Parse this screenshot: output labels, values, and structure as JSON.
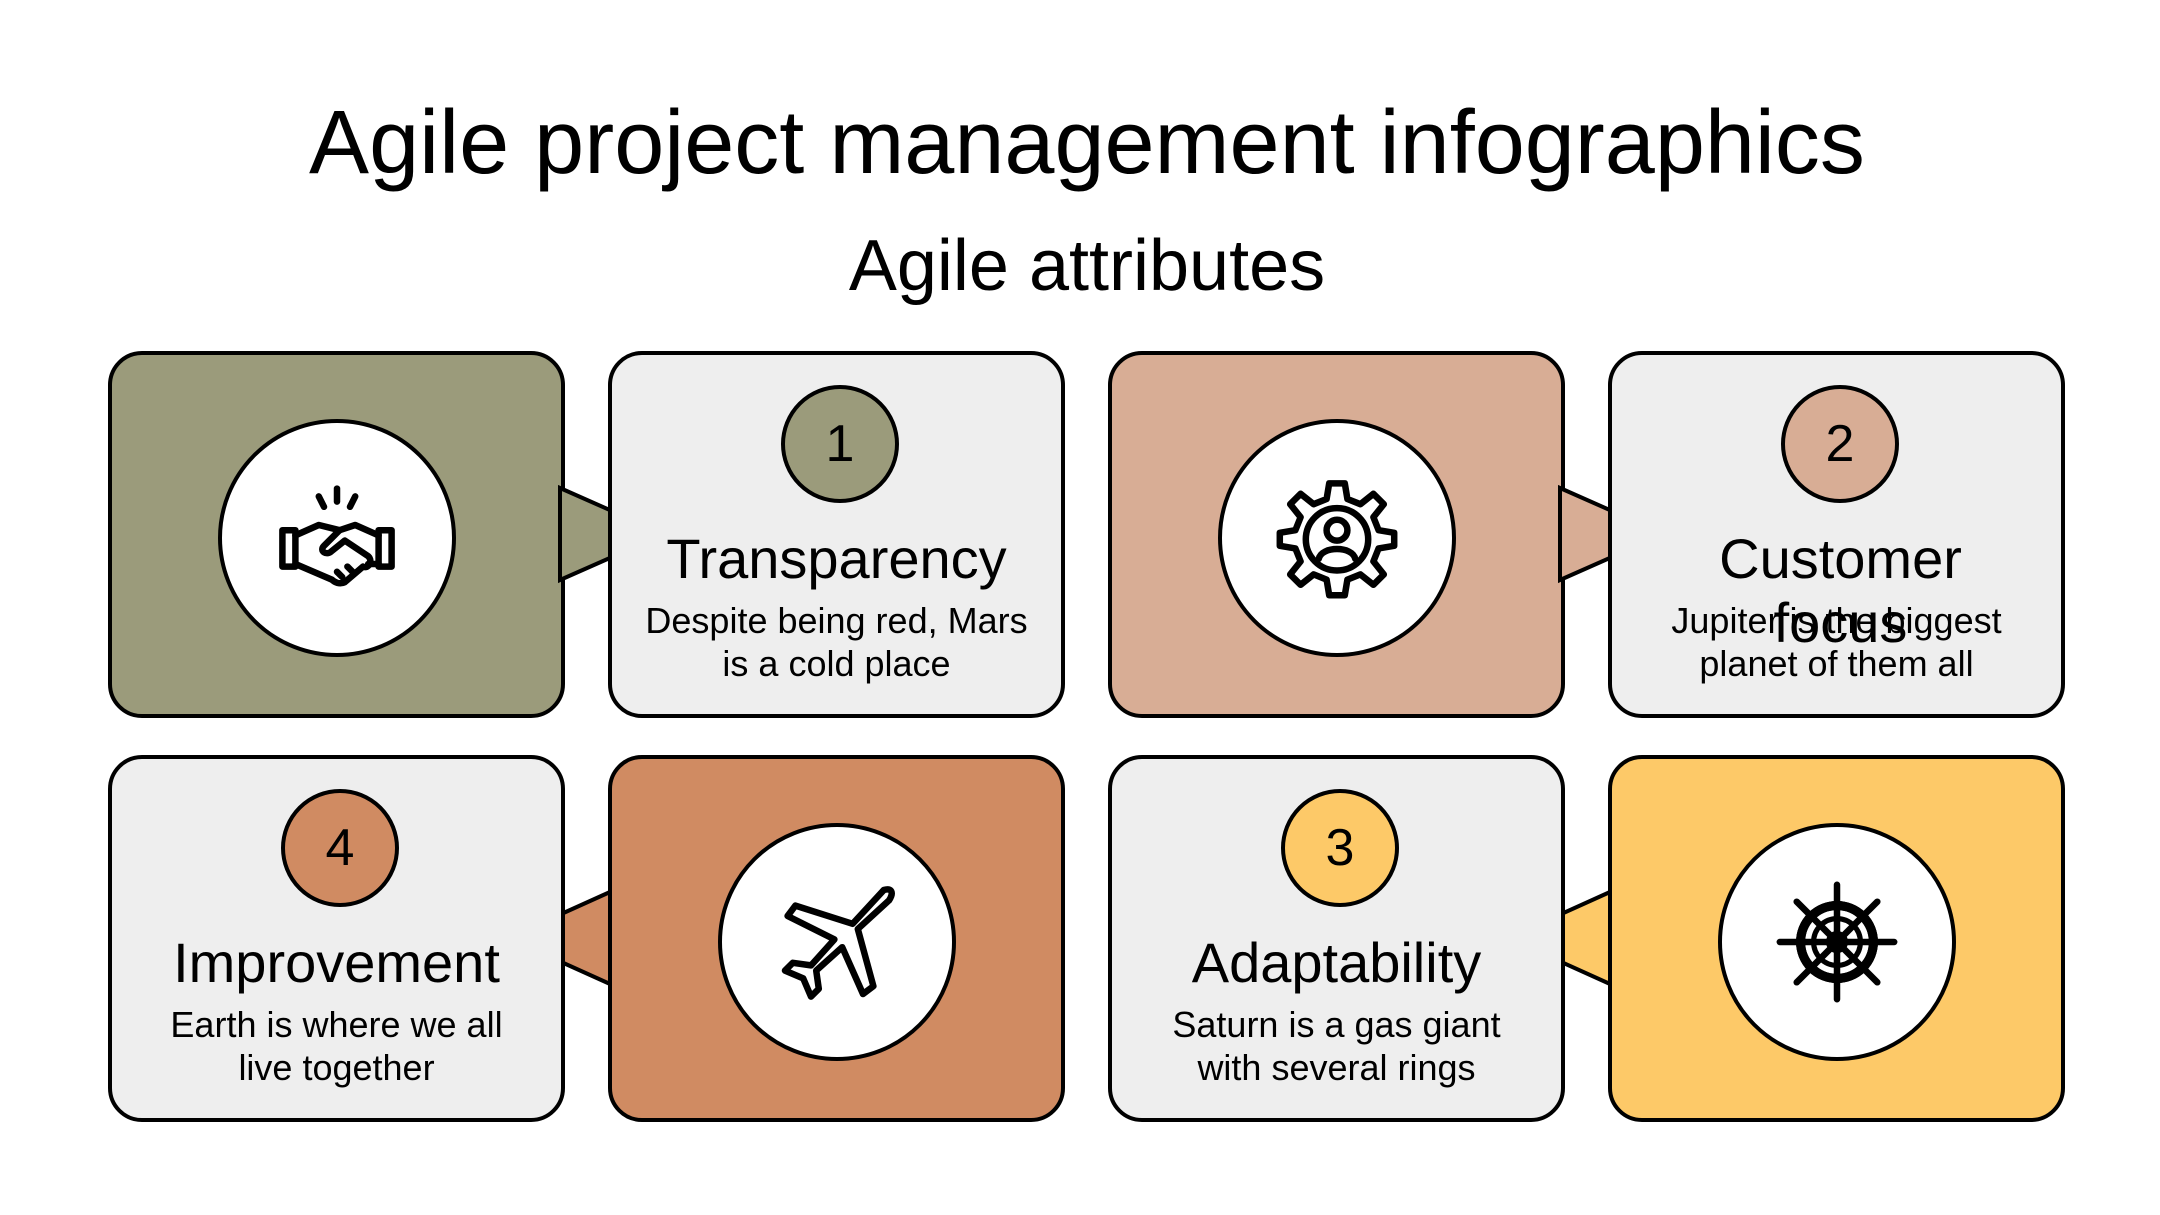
{
  "title": "Agile project management infographics",
  "subtitle": "Agile attributes",
  "colors": {
    "sage": "#9b9b7b",
    "rose": "#d8ad95",
    "terracotta": "#d08b62",
    "yellow": "#fdc968",
    "card_bg": "#eeeeee",
    "outline": "#000000"
  },
  "items": [
    {
      "number": "1",
      "title": "Transparency",
      "description": "Despite being red, Mars is a cold place",
      "icon": "handshake-icon",
      "color": "#9b9b7b"
    },
    {
      "number": "2",
      "title": "Customer focus",
      "description": "Jupiter is the biggest planet of them all",
      "icon": "gear-user-icon",
      "color": "#d8ad95"
    },
    {
      "number": "3",
      "title": "Adaptability",
      "description": "Saturn is a gas giant with several rings",
      "icon": "ship-wheel-icon",
      "color": "#fdc968"
    },
    {
      "number": "4",
      "title": "Improvement",
      "description": "Earth is where we all live together",
      "icon": "airplane-icon",
      "color": "#d08b62"
    }
  ]
}
